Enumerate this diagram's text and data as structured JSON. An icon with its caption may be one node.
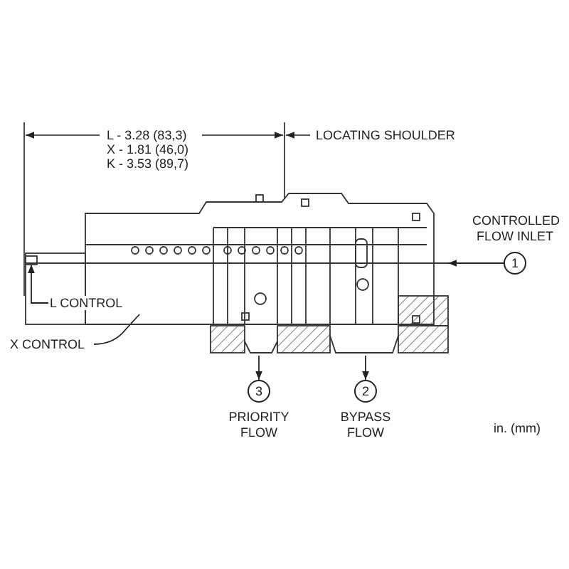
{
  "diagram": {
    "nodes": [
      {
        "text": [],
        "shape": "picture"
      },
      {
        "text": [
          "1"
        ],
        "beside": [
          "CONTROLLED FLOW INLET"
        ]
      },
      {
        "text": [
          "L CONTROL"
        ]
      },
      {
        "text": [
          "X CONTROL"
        ]
      },
      {
        "text": [
          "3"
        ],
        "beside": [
          "PRIORITY FLOW"
        ]
      },
      {
        "text": [
          "2"
        ],
        "beside": [
          "BYPASS FLOW"
        ]
      }
    ],
    "edges": [
      {
        "from": 1,
        "to": 0,
        "arrow": "to"
      },
      {
        "from": 2,
        "to": 0,
        "arrow": "to"
      },
      {
        "from": 3,
        "to": 0,
        "arrow": "none"
      },
      {
        "from": 0,
        "to": 4,
        "arrow": "to"
      },
      {
        "from": 0,
        "to": 5,
        "arrow": "to"
      }
    ],
    "labels": [
      "L - 3.28 (83,3)",
      "X - 1.81 (46,0)",
      "K - 3.53 (89,7)",
      "LOCATING SHOULDER",
      "in. (mm)"
    ]
  }
}
